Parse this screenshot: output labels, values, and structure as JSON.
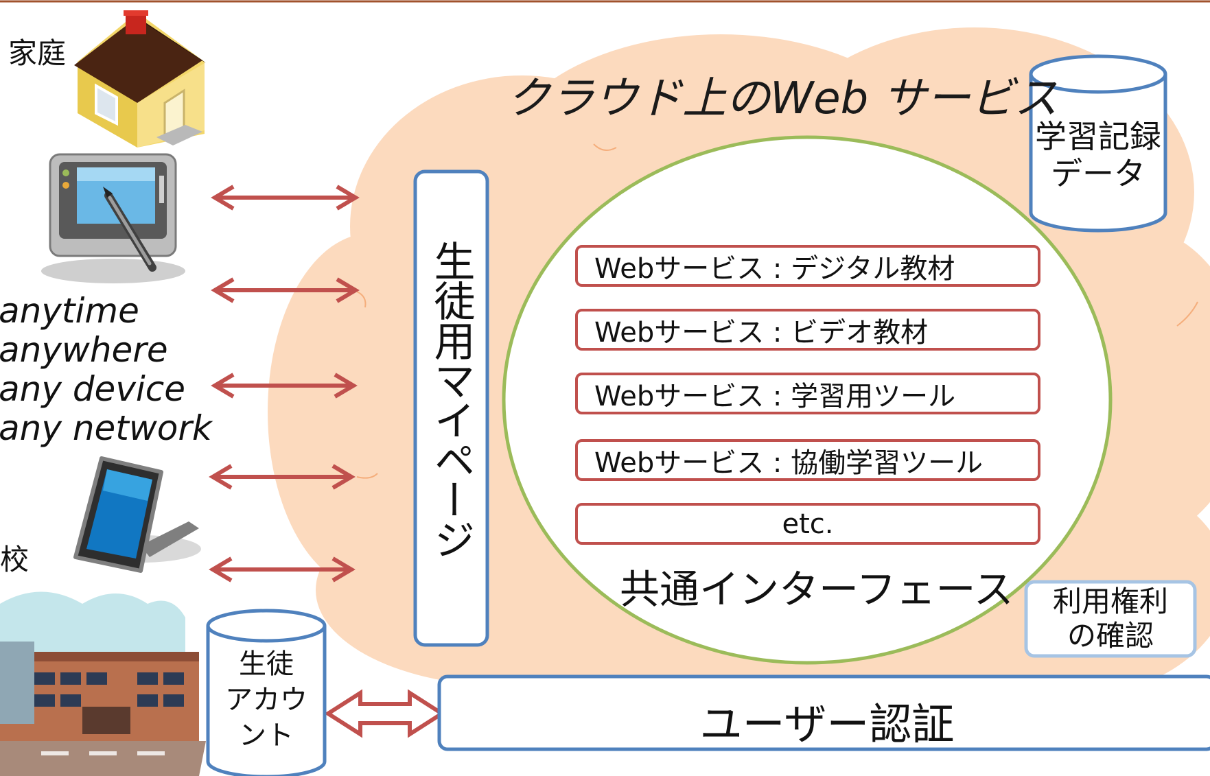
{
  "title": "クラウド上のWeb サービス",
  "left_labels": {
    "home": "家庭",
    "school": "学校",
    "slogan": [
      "anytime",
      "anywhere",
      "any device",
      "any network"
    ]
  },
  "mypage": "生徒用マイページ",
  "services": [
    "Webサービス : デジタル教材",
    "Webサービス : ビデオ教材",
    "Webサービス : 学習用ツール",
    "Webサービス : 協働学習ツール",
    "etc."
  ],
  "common_interface": "共通インターフェース",
  "learning_record": "学習記録\nデータ",
  "usage_rights": "利用権利\nの確認",
  "user_auth": "ユーザー認証",
  "student_account": "生徒\nアカウ\nント",
  "icons": [
    "house-icon",
    "drawing-tablet-icon",
    "tablet-device-icon",
    "school-building-icon"
  ],
  "colors": {
    "cloud": "#fbd3b2",
    "cylinder_border": "#4f81bd",
    "service_border": "#c0504d",
    "arrow": "#c0504d",
    "circle_border": "#9bbb59",
    "top_rule": "#a0522d"
  }
}
